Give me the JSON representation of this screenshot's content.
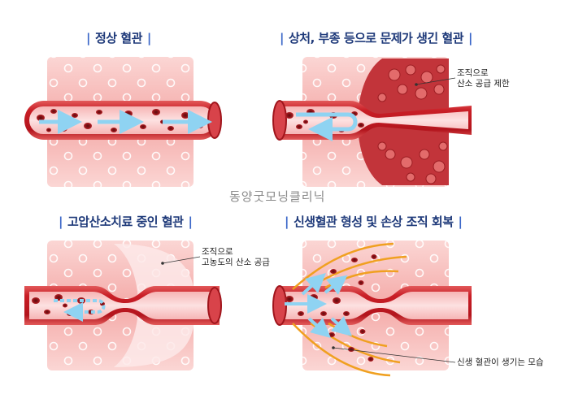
{
  "panels": [
    {
      "title": "정상 혈관"
    },
    {
      "title": "상처, 부종 등으로 문제가 생긴 혈관",
      "callout": [
        "조직으로",
        "산소 공급 제한"
      ]
    },
    {
      "title": "고압산소치료 중인 혈관",
      "callout": [
        "조직으로",
        "고농도의 산소 공급"
      ]
    },
    {
      "title": "신생혈관 형성 및 손상 조직 회복",
      "callout": [
        "신생 혈관이 생기는 모습"
      ]
    }
  ],
  "watermark": "동양굿모닝클리닉",
  "colors": {
    "title": "#1f3a7a",
    "tissue": "#f6b3b3",
    "vessel": "#c8202a",
    "blood_cell": "#8e1418",
    "oxygen_arrow": "#8fd3f2",
    "new_vessel": "#f0a020"
  }
}
